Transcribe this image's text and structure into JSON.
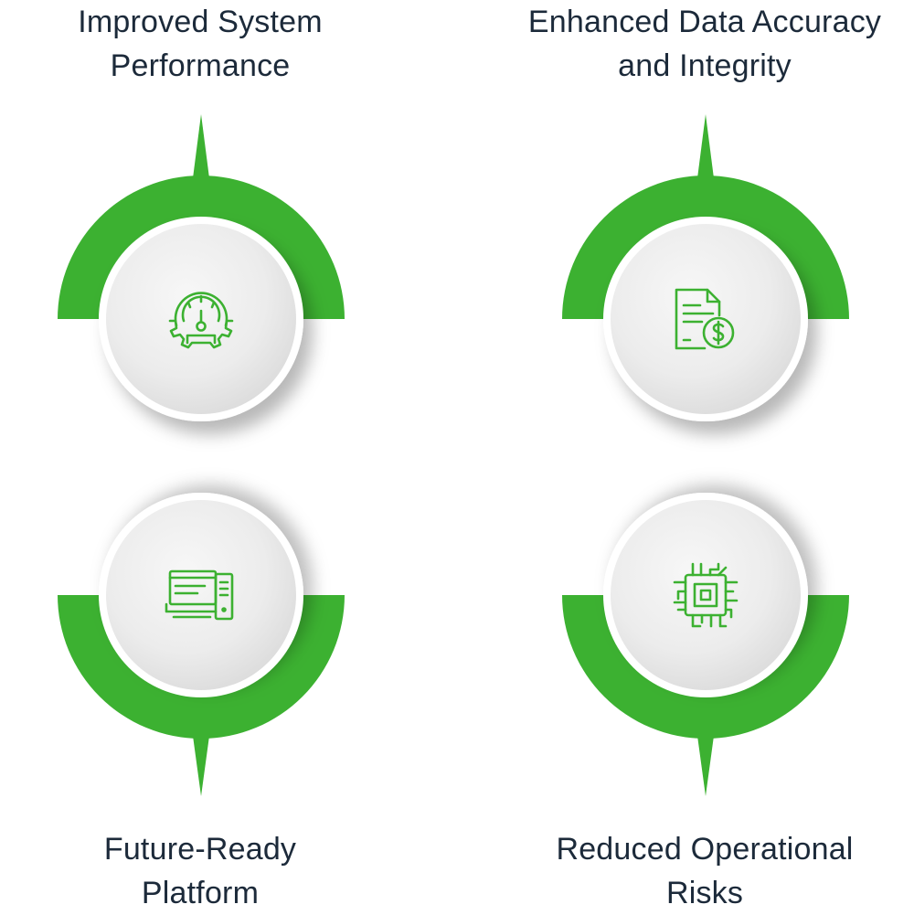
{
  "colors": {
    "accent": "#3cb131",
    "text": "#1c2a3a",
    "disc": "#eeeeee"
  },
  "items": [
    {
      "title_line1": "Improved System",
      "title_line2": "Performance",
      "icon": "speedometer-gear-icon"
    },
    {
      "title_line1": "Enhanced Data Accuracy",
      "title_line2": "and Integrity",
      "icon": "document-dollar-icon"
    },
    {
      "title_line1": "Future-Ready",
      "title_line2": "Platform",
      "icon": "computer-workstation-icon"
    },
    {
      "title_line1": "Reduced Operational",
      "title_line2": "Risks",
      "icon": "microchip-icon"
    }
  ]
}
